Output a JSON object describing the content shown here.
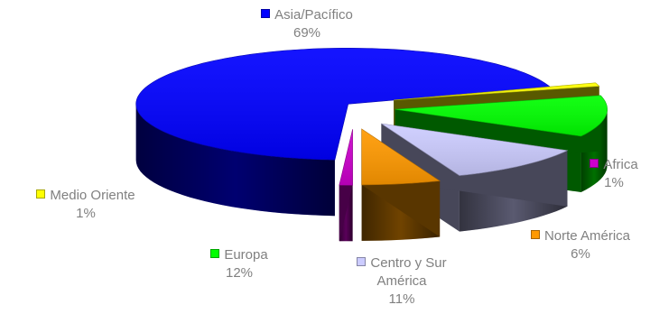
{
  "chart_data": {
    "type": "pie",
    "style": "3d-exploded",
    "slices": [
      {
        "name": "Asia/Pacífico",
        "value": 69,
        "label": "69%",
        "color": "#0000ff"
      },
      {
        "name": "Africa",
        "value": 1,
        "label": "1%",
        "color": "#cc00cc"
      },
      {
        "name": "Norte América",
        "value": 6,
        "label": "6%",
        "color": "#ff9900"
      },
      {
        "name": "Centro y Sur América",
        "name_lines": [
          "Centro y Sur",
          "América"
        ],
        "value": 11,
        "label": "11%",
        "color": "#ccccff"
      },
      {
        "name": "Europa",
        "value": 12,
        "label": "12%",
        "color": "#00ff00"
      },
      {
        "name": "Medio Oriente",
        "value": 1,
        "label": "1%",
        "color": "#ffff00"
      }
    ]
  }
}
